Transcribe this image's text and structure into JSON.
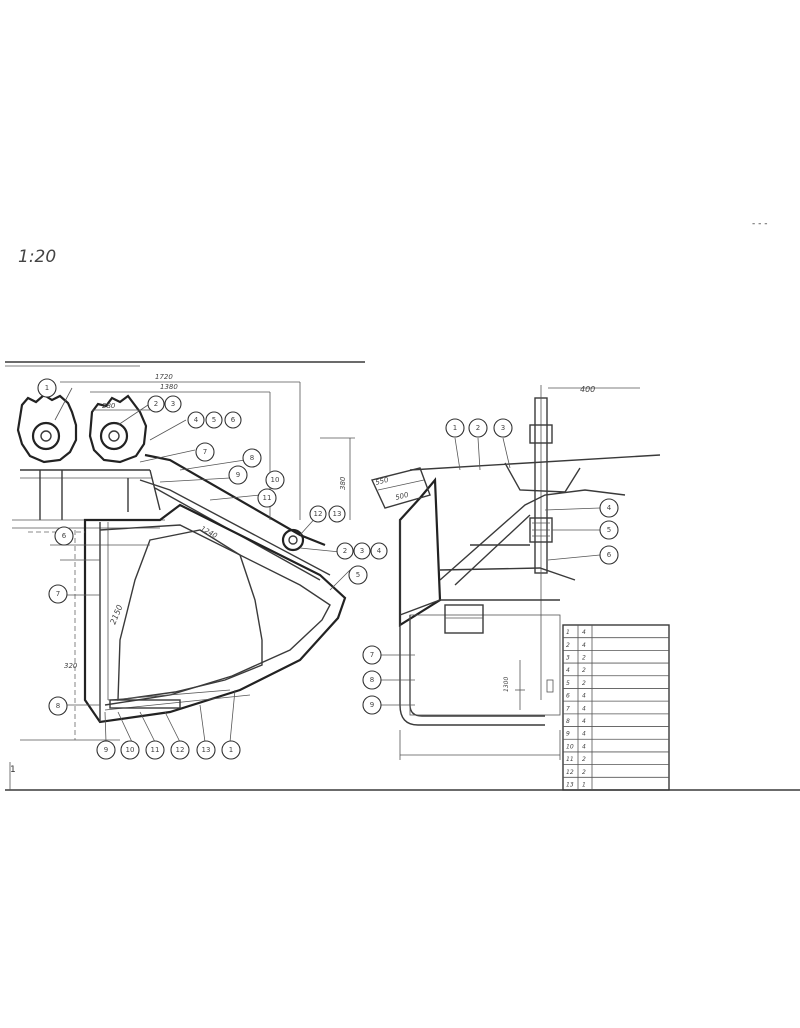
{
  "sheet": {
    "scale": "1:20",
    "corner_mark": "1",
    "corner_note": "",
    "top_right_marks": "- - -"
  },
  "left_view": {
    "header_note": "",
    "dim_top_1": "1720",
    "dim_top_2": "1380",
    "dim_small_1": "280",
    "dim_side": "380",
    "dim_mid": "1240",
    "vertical_label_1": "",
    "vertical_label_2": "",
    "dim_diag": "2150",
    "dim_lower": "320"
  },
  "right_view": {
    "dim_top": "400",
    "dim_box": "550",
    "dim_box_inner": "500",
    "bottom_label": "",
    "side_note_1": "",
    "side_note_2": "",
    "dim_inner": "1300"
  },
  "parts_table": {
    "rows": [
      {
        "no": "1",
        "qty": "4",
        "desc": ""
      },
      {
        "no": "2",
        "qty": "4",
        "desc": ""
      },
      {
        "no": "3",
        "qty": "2",
        "desc": ""
      },
      {
        "no": "4",
        "qty": "2",
        "desc": ""
      },
      {
        "no": "5",
        "qty": "2",
        "desc": ""
      },
      {
        "no": "6",
        "qty": "4",
        "desc": ""
      },
      {
        "no": "7",
        "qty": "4",
        "desc": ""
      },
      {
        "no": "8",
        "qty": "4",
        "desc": ""
      },
      {
        "no": "9",
        "qty": "4",
        "desc": ""
      },
      {
        "no": "10",
        "qty": "4",
        "desc": ""
      },
      {
        "no": "11",
        "qty": "2",
        "desc": ""
      },
      {
        "no": "12",
        "qty": "2",
        "desc": ""
      },
      {
        "no": "13",
        "qty": "1",
        "desc": ""
      }
    ]
  }
}
